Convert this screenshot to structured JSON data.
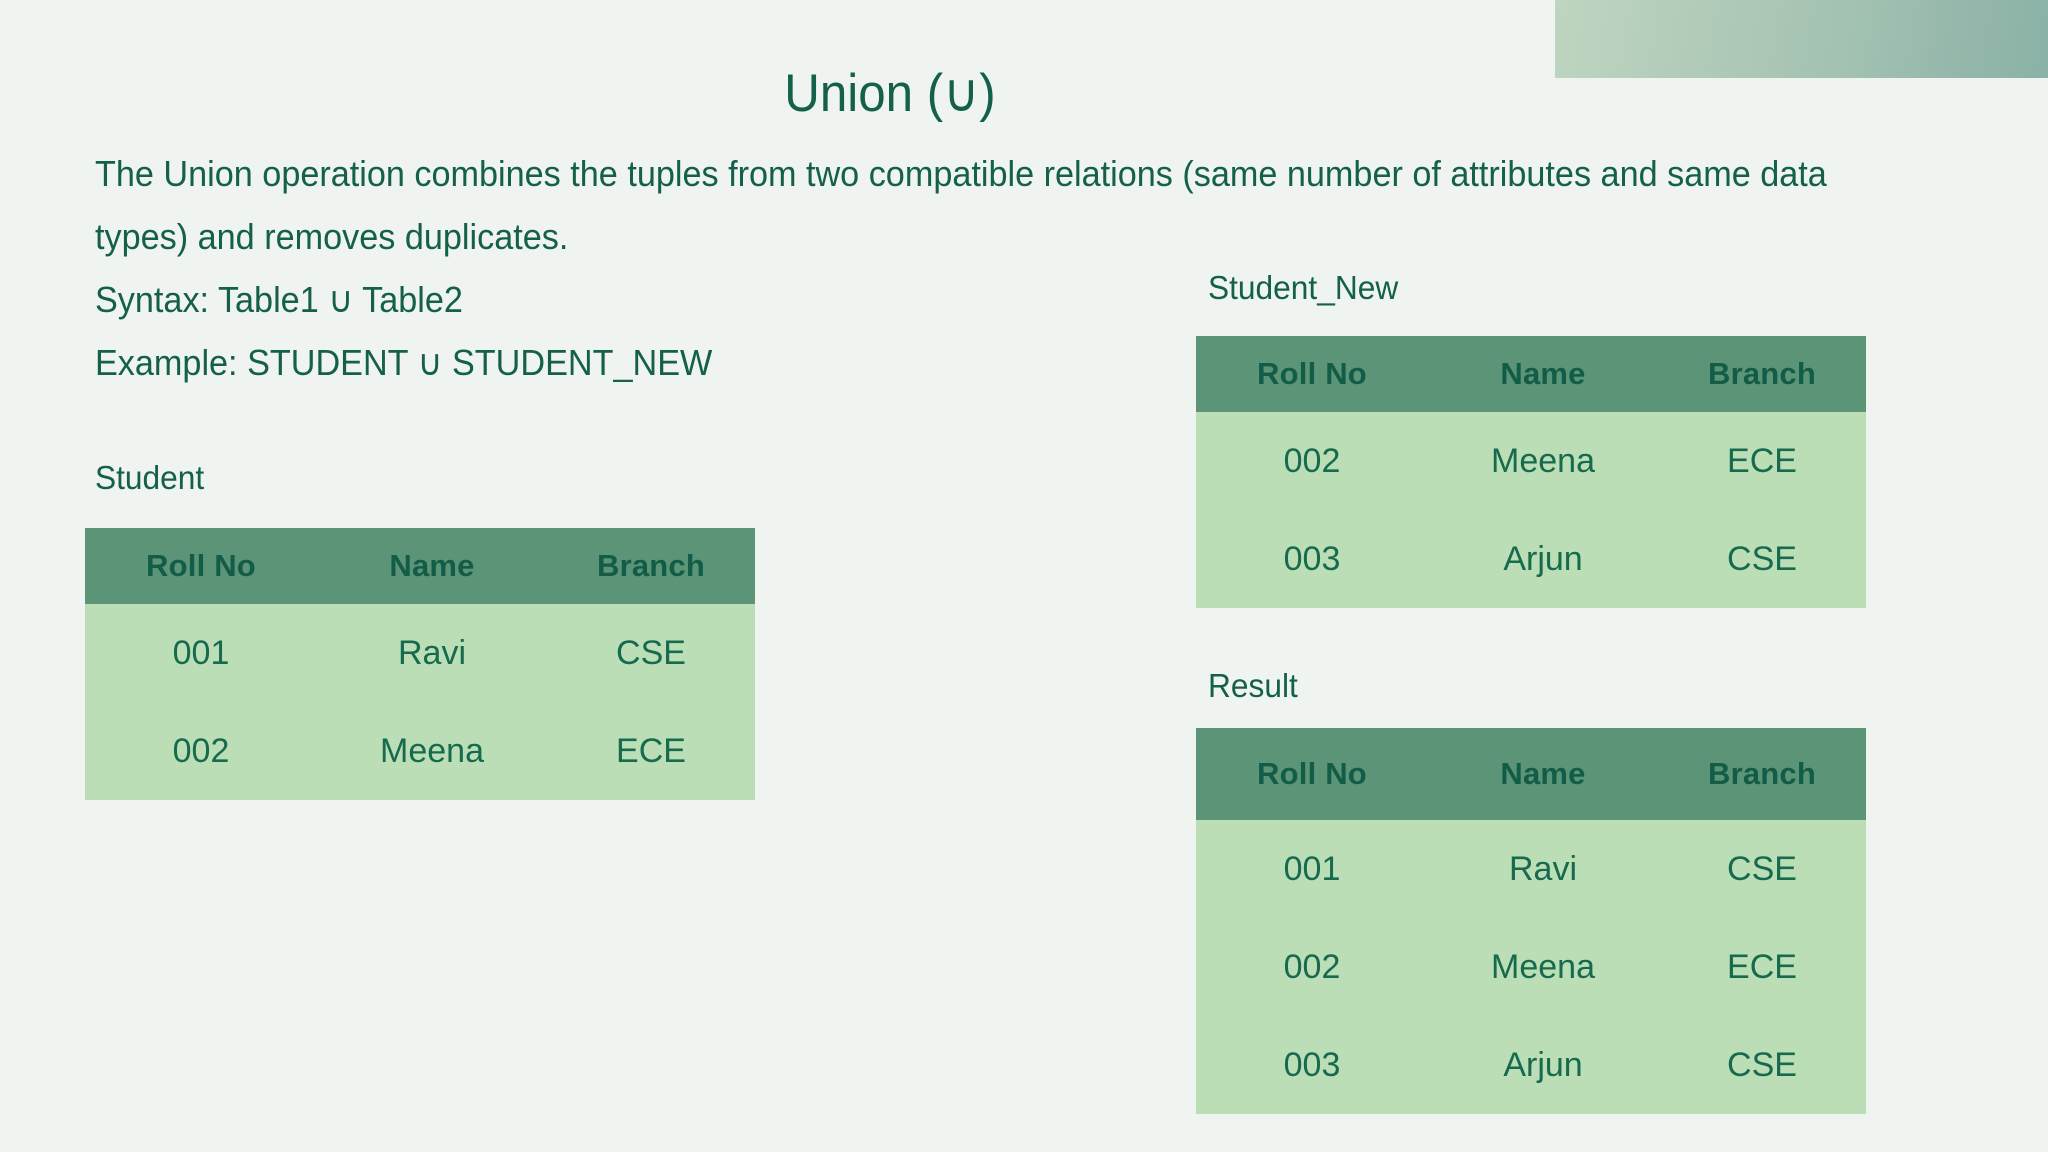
{
  "slide": {
    "background_color": "#eff4f0",
    "accent_dark": "#5b9477",
    "accent_light": "#bcdeb6",
    "text_color": "#14604a",
    "title": "Union (∪)"
  },
  "decoration": {
    "gradient_from": "#bed5c0",
    "gradient_to": "#8ab2a6"
  },
  "body": {
    "description": "The Union operation combines the tuples from two compatible relations (same number of attributes and same data types) and removes duplicates.",
    "syntax_line": "Syntax: Table1 ∪ Table2",
    "example_line": "Example: STUDENT ∪ STUDENT_NEW"
  },
  "tables": {
    "student": {
      "label": "Student",
      "columns": [
        "Roll No",
        "Name",
        "Branch"
      ],
      "rows": [
        [
          "001",
          "Ravi",
          "CSE"
        ],
        [
          "002",
          "Meena",
          "ECE"
        ]
      ]
    },
    "student_new": {
      "label": "Student_New",
      "columns": [
        "Roll No",
        "Name",
        "Branch"
      ],
      "rows": [
        [
          "002",
          "Meena",
          "ECE"
        ],
        [
          "003",
          "Arjun",
          "CSE"
        ]
      ]
    },
    "result": {
      "label": "Result",
      "columns": [
        "Roll No",
        "Name",
        "Branch"
      ],
      "rows": [
        [
          "001",
          "Ravi",
          "CSE"
        ],
        [
          "002",
          "Meena",
          "ECE"
        ],
        [
          "003",
          "Arjun",
          "CSE"
        ]
      ]
    }
  }
}
